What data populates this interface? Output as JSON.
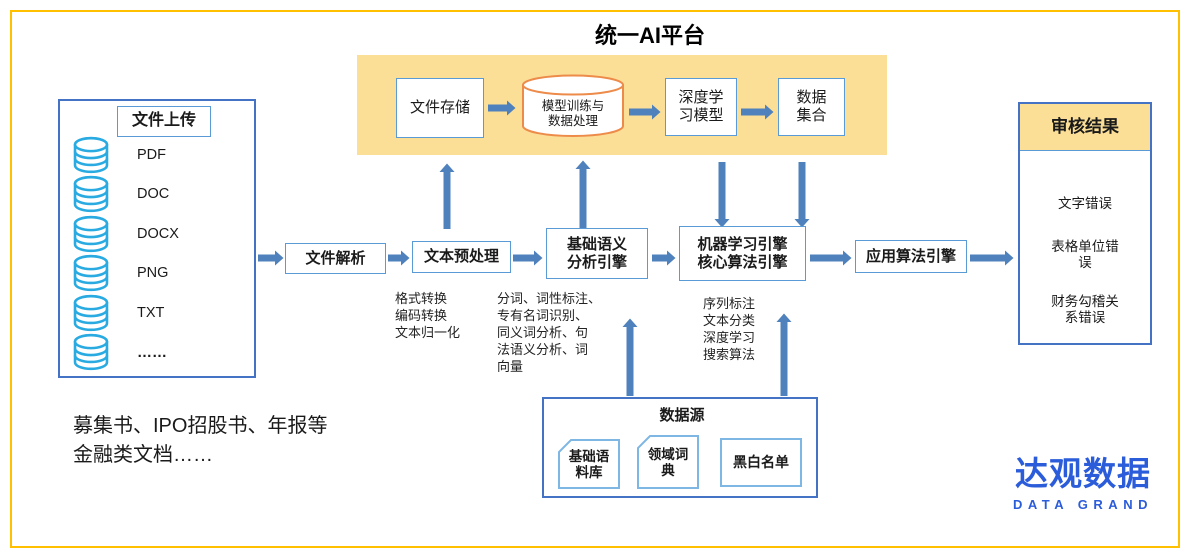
{
  "title": "统一AI平台",
  "platform": {
    "file_storage": "文件存储",
    "model_training": "模型训练与\n数据处理",
    "dl_model": "深度学\n习模型",
    "data_set": "数据\n集合"
  },
  "upload": {
    "title": "文件上传",
    "items": [
      "PDF",
      "DOC",
      "DOCX",
      "PNG",
      "TXT",
      "……"
    ],
    "note": "募集书、IPO招股书、年报等\n金融类文档……"
  },
  "flow": {
    "parse": "文件解析",
    "preprocess": "文本预处理",
    "preprocess_note": "格式转换\n编码转换\n文本归一化",
    "semantic": "基础语义\n分析引擎",
    "semantic_note": "分词、词性标注、\n专有名词识别、\n同义词分析、句\n法语义分析、词\n向量",
    "ml": "机器学习引擎\n核心算法引擎",
    "ml_note": "序列标注\n文本分类\n深度学习\n搜索算法",
    "app": "应用算法引擎"
  },
  "datasource": {
    "title": "数据源",
    "items": [
      "基础语\n料库",
      "领域词\n典",
      "黑白名单"
    ]
  },
  "result": {
    "title": "审核结果",
    "items": [
      "文字错误",
      "表格单位错\n误",
      "财务勾稽关\n系错误"
    ]
  },
  "logo": {
    "zh": "达观数据",
    "en": "DATA GRAND"
  },
  "colors": {
    "frame_gold": "#FFC000",
    "platform_yellow": "#FBDF96",
    "box_border_dark_blue": "#4472C4",
    "box_border_light_blue": "#5B9BD5",
    "card_border_light_blue": "#7EB6E4",
    "arrow_blue": "#4F81BD",
    "db_icon_blue": "#29ABE2",
    "cylinder_orange": "#ED8B4B",
    "logo_blue": "#2B5CD9"
  }
}
